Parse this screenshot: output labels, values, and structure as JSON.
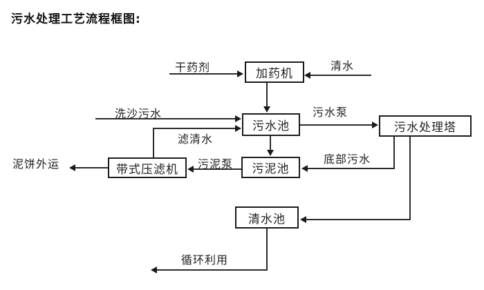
{
  "title": "污水处理工艺流程框图:",
  "diagram": {
    "type": "flowchart",
    "colors": {
      "background": "#ffffff",
      "line": "#2a2a2a",
      "box_border": "#1a1a1a",
      "text": "#000000"
    },
    "nodes": {
      "dosing_machine": "加药机",
      "sewage_pool": "污水池",
      "sewage_treatment_tower": "污水处理塔",
      "sludge_pool": "污泥池",
      "belt_filter_press": "带式压滤机",
      "clear_water_pool": "清水池"
    },
    "flow_labels": {
      "dry_agent": "干药剂",
      "clear_water": "清水",
      "sand_washing_sewage": "洗沙污水",
      "sewage_pump": "污水泵",
      "filtered_water": "滤清水",
      "sludge_pump": "污泥泵",
      "bottom_sewage": "底部污水",
      "mud_cake_out": "泥饼外运",
      "recycle_use": "循环利用"
    },
    "edges": [
      {
        "from": "干药剂 (外部输入)",
        "to": "加药机",
        "label": "干药剂"
      },
      {
        "from": "清水 (外部输入)",
        "to": "加药机",
        "label": "清水"
      },
      {
        "from": "加药机",
        "to": "污水池",
        "label": ""
      },
      {
        "from": "洗沙污水 (外部输入)",
        "to": "污水池",
        "label": "洗沙污水"
      },
      {
        "from": "带式压滤机",
        "to": "污水池",
        "label": "滤清水"
      },
      {
        "from": "污水池",
        "to": "污水处理塔",
        "label": "污水泵"
      },
      {
        "from": "污水池",
        "to": "污泥池",
        "label": ""
      },
      {
        "from": "污水处理塔",
        "to": "污泥池",
        "label": "底部污水"
      },
      {
        "from": "污泥池",
        "to": "带式压滤机",
        "label": "污泥泵"
      },
      {
        "from": "带式压滤机",
        "to": "泥饼外运",
        "label": "泥饼外运"
      },
      {
        "from": "污水处理塔",
        "to": "清水池",
        "label": ""
      },
      {
        "from": "清水池",
        "to": "循环利用",
        "label": "循环利用"
      }
    ]
  }
}
